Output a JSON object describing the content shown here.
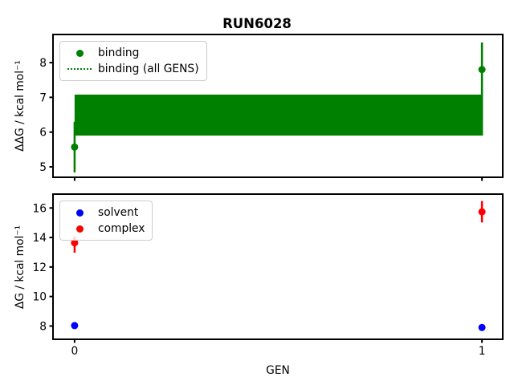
{
  "title": "RUN6028",
  "colors": {
    "binding": "#008000",
    "solvent": "#0000ff",
    "complex": "#ff0000",
    "axis": "#000000",
    "legend_border": "#cccccc"
  },
  "chart_data": [
    {
      "type": "scatter",
      "panel": "top",
      "ylabel": "ΔΔG / kcal mol⁻¹",
      "xlabel": "",
      "xticks": [
        0,
        1
      ],
      "yticks": [
        5,
        6,
        7,
        8
      ],
      "xtick_labels_shown": false,
      "xlim": [
        -0.053,
        1.051
      ],
      "ylim": [
        4.7,
        8.81
      ],
      "grid": false,
      "legend_position": "upper left",
      "legend": [
        "binding",
        "binding (all GENS)"
      ],
      "series": [
        {
          "name": "binding",
          "style": "errorbar-points",
          "color": "#008000",
          "x": [
            0,
            1
          ],
          "y": [
            5.57,
            7.8
          ],
          "err_lo": [
            4.84,
            5.9
          ],
          "err_hi": [
            6.3,
            8.58
          ]
        },
        {
          "name": "binding (all GENS)",
          "style": "dotted-line-with-band",
          "color": "#008000",
          "x": [
            0,
            1
          ],
          "mean": 6.49,
          "band_lo": 5.9,
          "band_hi": 7.08
        }
      ]
    },
    {
      "type": "scatter",
      "panel": "bottom",
      "ylabel": "ΔG / kcal mol⁻¹",
      "xlabel": "GEN",
      "xticks": [
        0,
        1
      ],
      "yticks": [
        8,
        10,
        12,
        14,
        16
      ],
      "xtick_labels_shown": true,
      "xlim": [
        -0.053,
        1.051
      ],
      "ylim": [
        7.1,
        16.94
      ],
      "grid": false,
      "legend_position": "upper left",
      "legend": [
        "solvent",
        "complex"
      ],
      "series": [
        {
          "name": "solvent",
          "style": "errorbar-points",
          "color": "#0000ff",
          "x": [
            0,
            1
          ],
          "y": [
            8.03,
            7.9
          ],
          "err_lo": [
            7.93,
            7.8
          ],
          "err_hi": [
            8.13,
            8.0
          ]
        },
        {
          "name": "complex",
          "style": "errorbar-points",
          "color": "#ff0000",
          "x": [
            0,
            1
          ],
          "y": [
            13.64,
            15.74
          ],
          "err_lo": [
            12.97,
            15.02
          ],
          "err_hi": [
            14.06,
            16.47
          ]
        }
      ]
    }
  ]
}
